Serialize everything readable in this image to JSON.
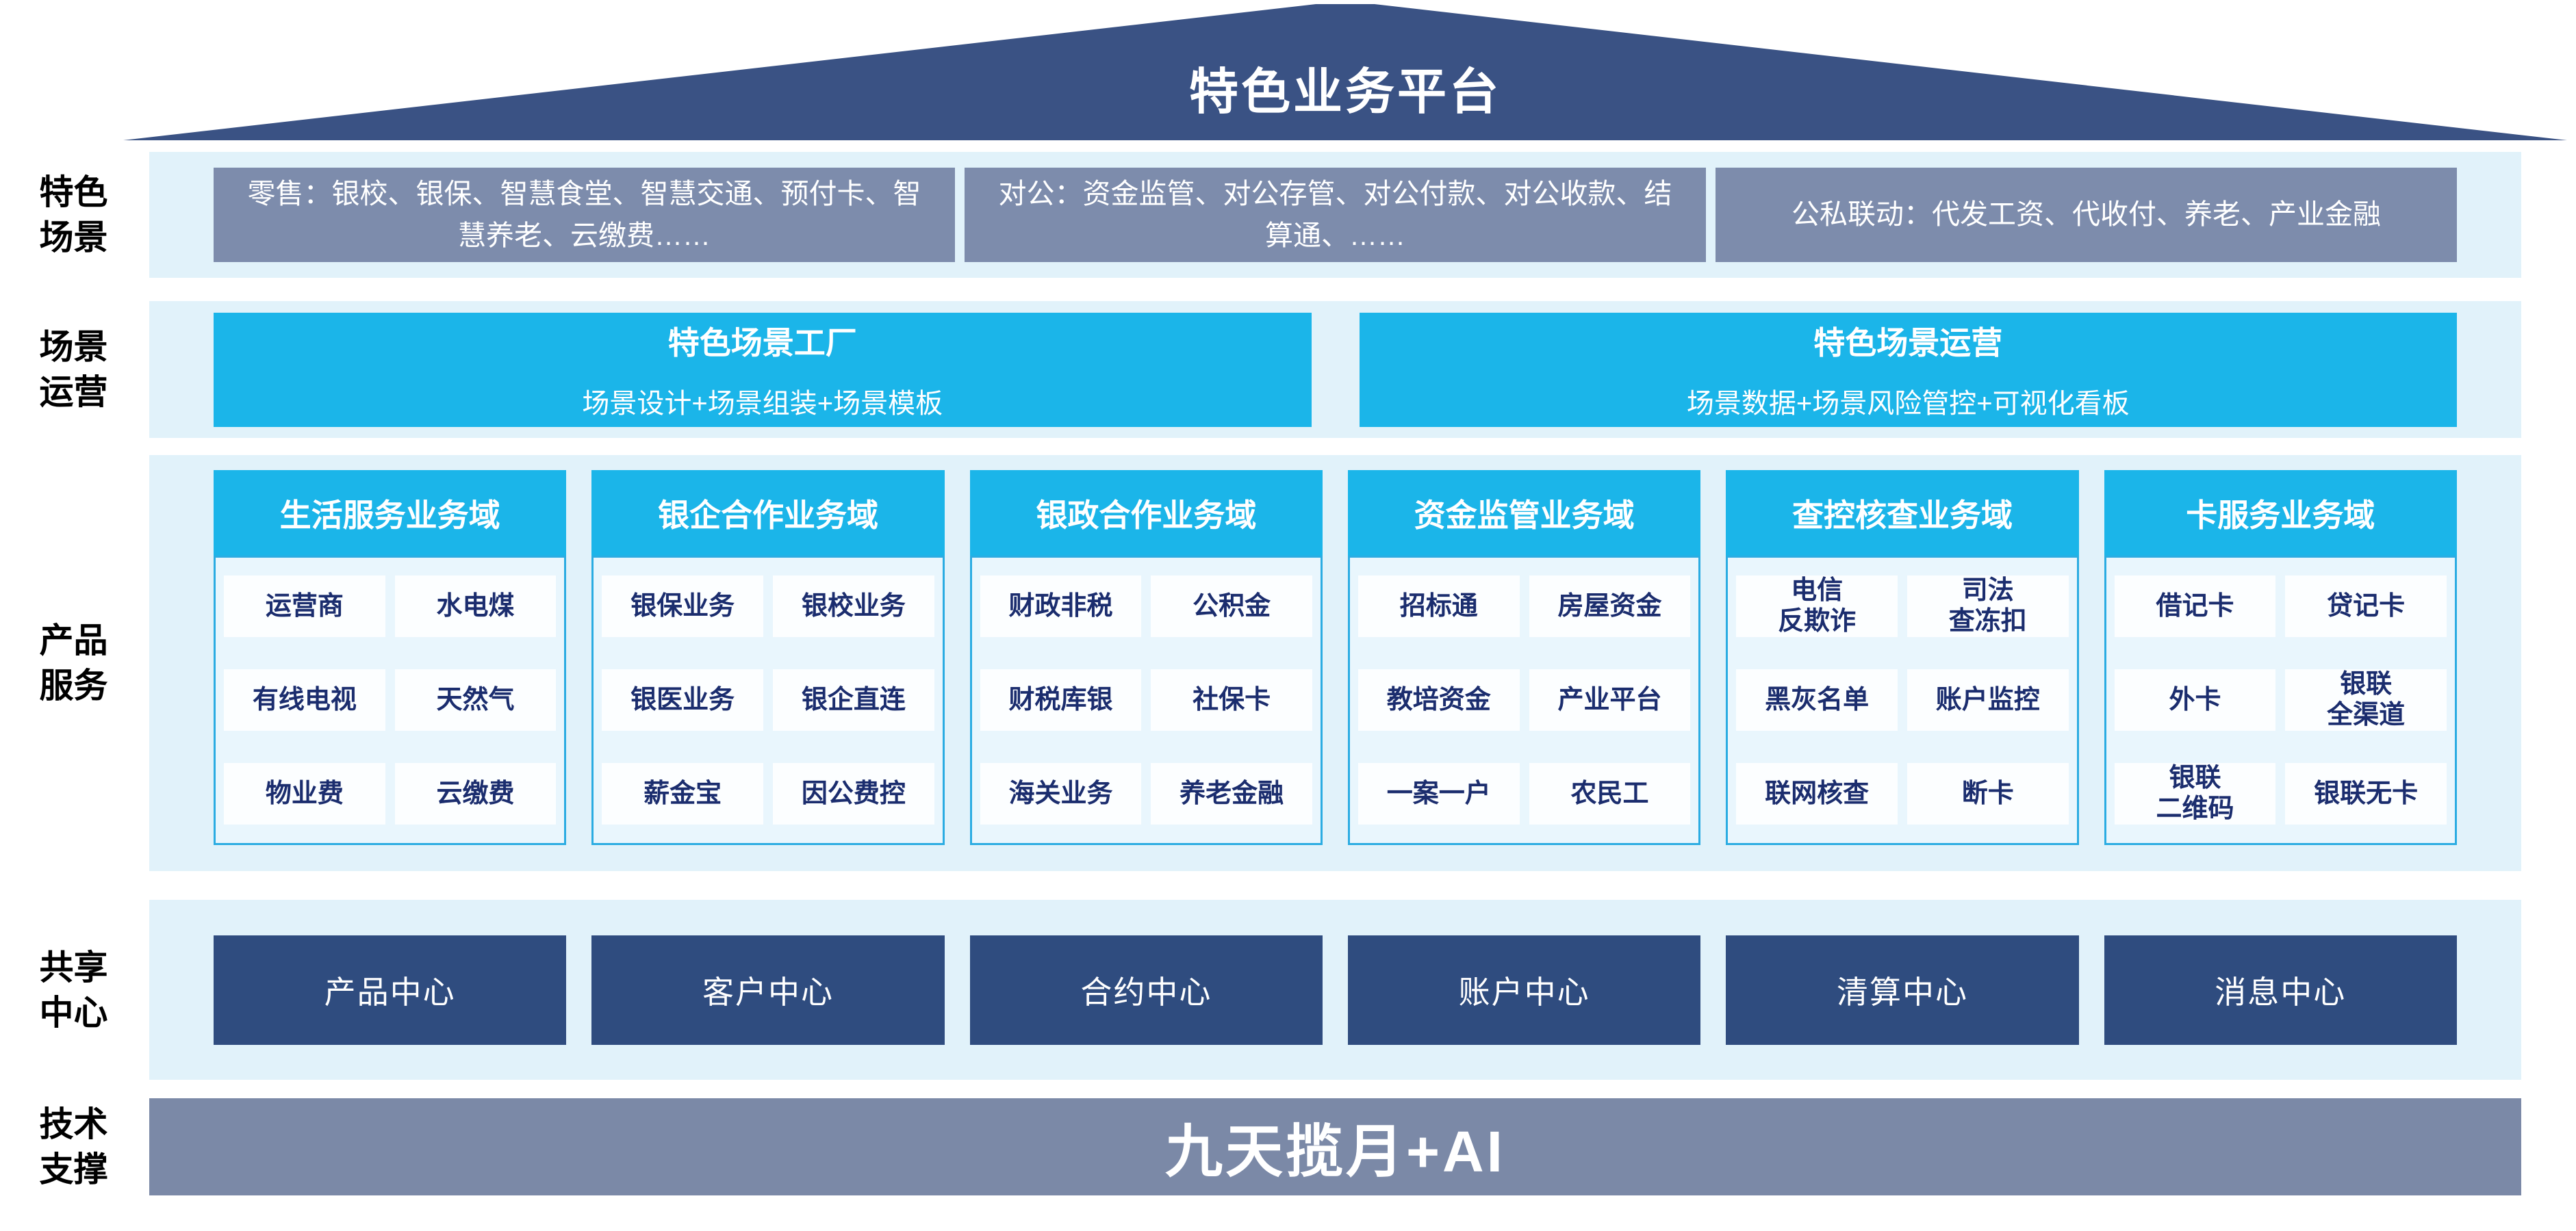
{
  "title": "特色业务平台",
  "colors": {
    "roof_blue": "#3A5284",
    "cyan": "#1BB5E9",
    "cyan_border": "#2BACE2",
    "band_light_blue": "#E1F2FA",
    "column_bg": "#E9F6FD",
    "gray_box": "#7D8CAC",
    "tech_bar": "#7B89A7",
    "center_box_blue": "#2F4C7F",
    "navy_text": "#1B2D6E"
  },
  "rows": {
    "scenarios": {
      "label": "特色\n场景",
      "boxes": [
        "零售：银校、银保、智慧食堂、智慧交通、预付卡、智慧养老、云缴费……",
        "对公：资金监管、对公存管、对公付款、对公收款、结算通、……",
        "公私联动：代发工资、代收付、养老、产业金融"
      ]
    },
    "operations": {
      "label": "场景\n运营",
      "boxes": [
        {
          "title": "特色场景工厂",
          "subtitle": "场景设计+场景组装+场景模板"
        },
        {
          "title": "特色场景运营",
          "subtitle": "场景数据+场景风险管控+可视化看板"
        }
      ]
    },
    "products": {
      "label": "产品\n服务",
      "columns": [
        {
          "header": "生活服务业务域",
          "cells": [
            "运营商",
            "水电煤",
            "有线电视",
            "天然气",
            "物业费",
            "云缴费"
          ]
        },
        {
          "header": "银企合作业务域",
          "cells": [
            "银保业务",
            "银校业务",
            "银医业务",
            "银企直连",
            "薪金宝",
            "因公费控"
          ]
        },
        {
          "header": "银政合作业务域",
          "cells": [
            "财政非税",
            "公积金",
            "财税库银",
            "社保卡",
            "海关业务",
            "养老金融"
          ]
        },
        {
          "header": "资金监管业务域",
          "cells": [
            "招标通",
            "房屋资金",
            "教培资金",
            "产业平台",
            "一案一户",
            "农民工"
          ]
        },
        {
          "header": "查控核查业务域",
          "cells": [
            "电信\n反欺诈",
            "司法\n查冻扣",
            "黑灰名单",
            "账户监控",
            "联网核查",
            "断卡"
          ]
        },
        {
          "header": "卡服务业务域",
          "cells": [
            "借记卡",
            "贷记卡",
            "外卡",
            "银联\n全渠道",
            "银联\n二维码",
            "银联无卡"
          ]
        }
      ]
    },
    "centers": {
      "label": "共享\n中心",
      "boxes": [
        "产品中心",
        "客户中心",
        "合约中心",
        "账户中心",
        "清算中心",
        "消息中心"
      ]
    },
    "tech": {
      "label": "技术\n支撑",
      "bar": "九天揽月+AI"
    }
  }
}
